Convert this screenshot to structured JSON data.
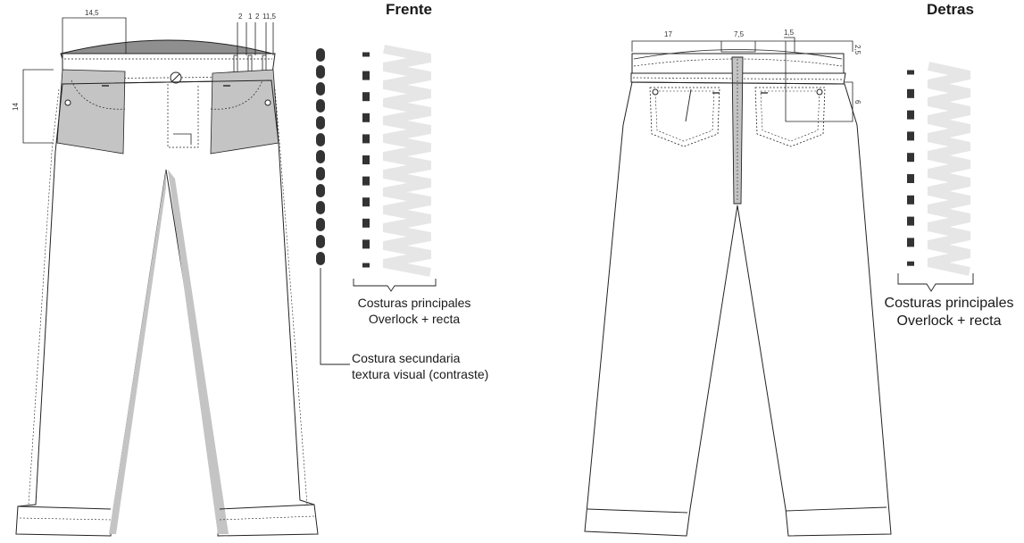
{
  "front": {
    "title": "Frente",
    "measurements": {
      "waist_half": "14,5",
      "side_height": "14",
      "band_a": "2",
      "band_b": "1",
      "band_c": "2",
      "band_d": "11,5"
    },
    "main_seams_label_1": "Costuras principales",
    "main_seams_label_2": "Overlock + recta",
    "secondary_seam_label_1": "Costura secundaria",
    "secondary_seam_label_2": "textura visual (contraste)"
  },
  "back": {
    "title": "Detras",
    "measurements": {
      "waist_side": "17",
      "yoke_center": "7,5",
      "loop": "1,5",
      "band_height": "2,5",
      "pocket_depth": "6"
    },
    "main_seams_label_1": "Costuras principales",
    "main_seams_label_2": "Overlock + recta"
  },
  "colors": {
    "line": "#222222",
    "panel_gray": "#c4c4c4",
    "waistband_dark": "#8f8f8f",
    "zigzag": "#e6e6e6",
    "stitch_dark": "#333333"
  }
}
